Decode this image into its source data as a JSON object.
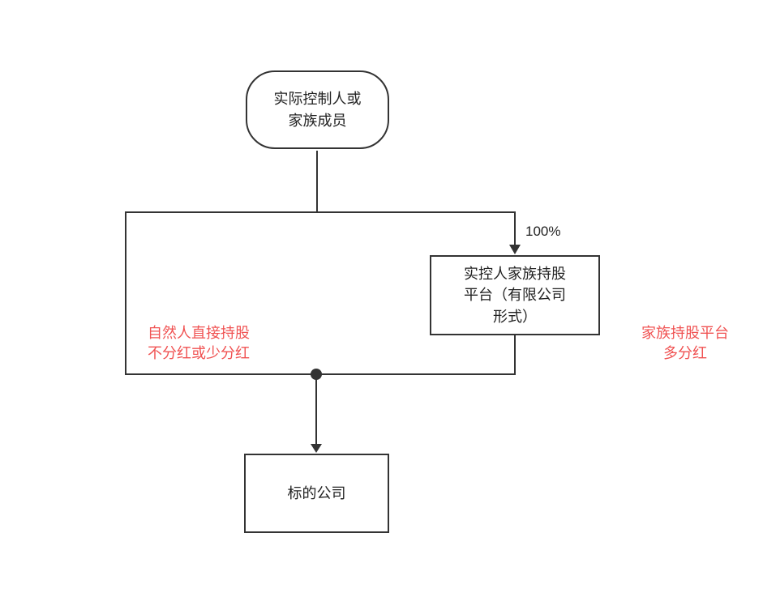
{
  "diagram": {
    "nodes": {
      "controller": {
        "label": "实际控制人或\n家族成员"
      },
      "platform": {
        "label": "实控人家族持股\n平台（有限公司\n形式）"
      },
      "target": {
        "label": "标的公司"
      }
    },
    "edges": {
      "ownership_label": "100%"
    },
    "annotations": {
      "left": {
        "label": "自然人直接持股\n不分红或少分红"
      },
      "right": {
        "label": "家族持股平台\n多分红"
      }
    },
    "colors": {
      "line": "#333333",
      "annotation": "#f05252",
      "node_border": "#333333",
      "background": "#ffffff"
    }
  }
}
